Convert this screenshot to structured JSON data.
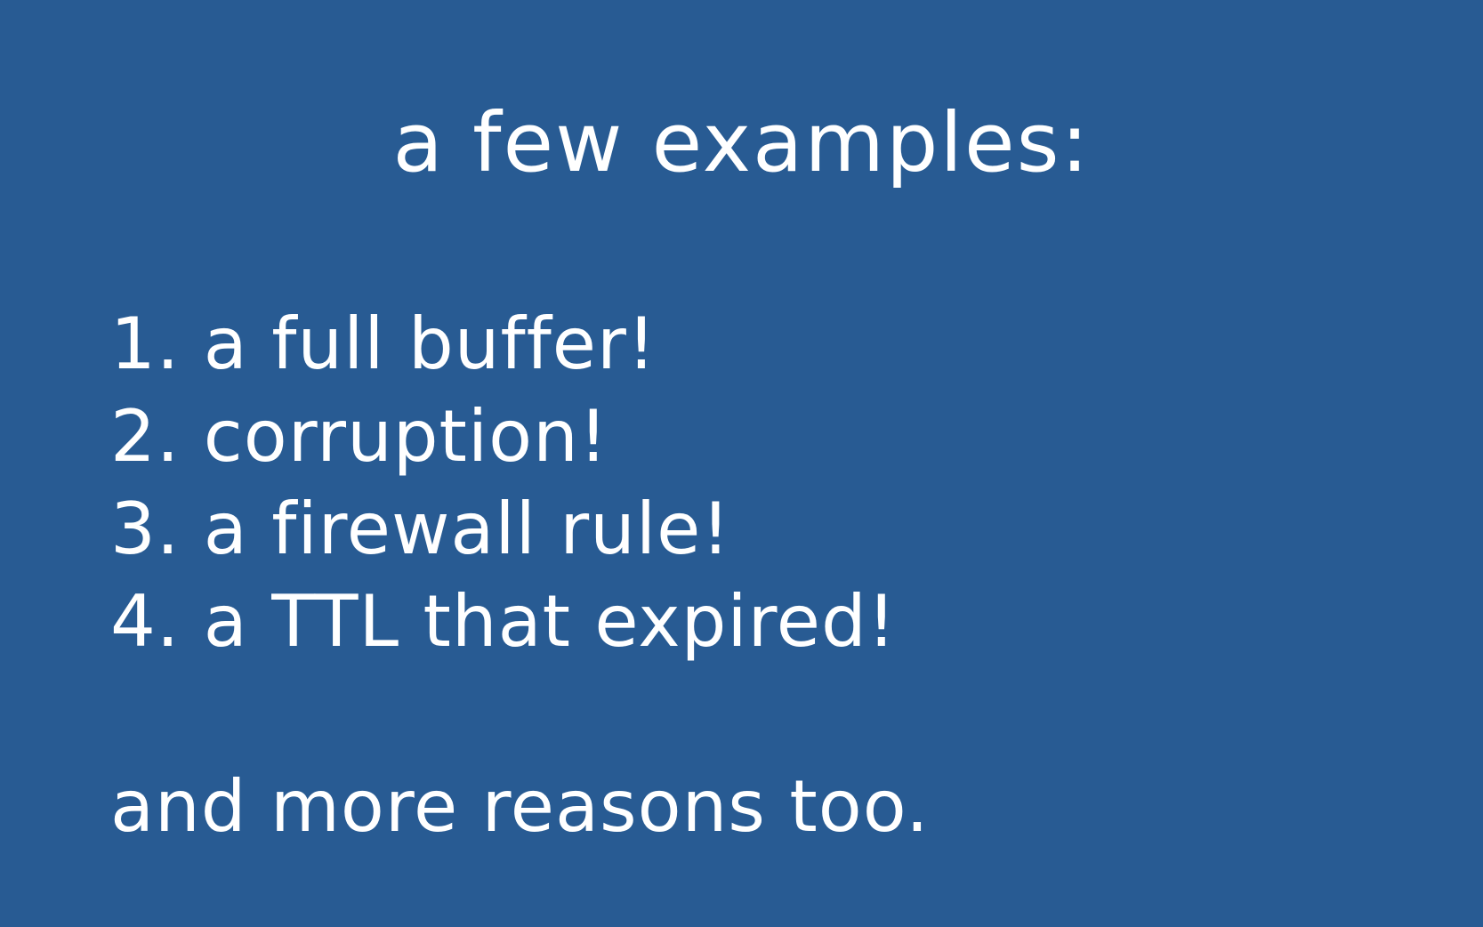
{
  "slide": {
    "title": "a few examples:",
    "items": [
      "1. a full buffer!",
      "2. corruption!",
      "3. a firewall rule!",
      "4. a TTL that expired!"
    ],
    "footer": "and more reasons too."
  },
  "colors": {
    "background": "#285b93",
    "text": "#ffffff"
  }
}
